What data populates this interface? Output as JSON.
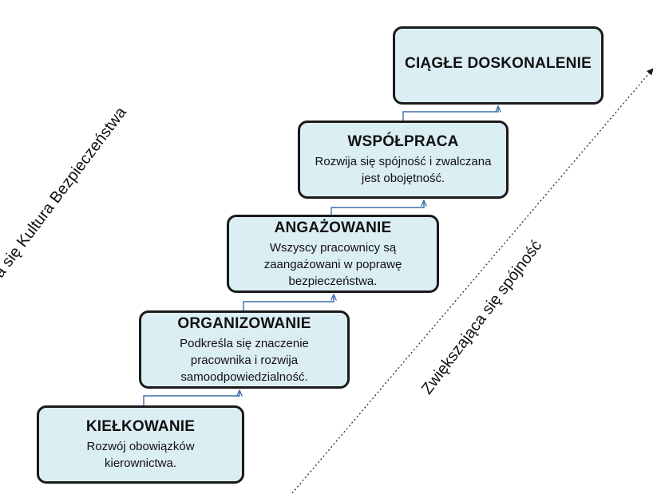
{
  "steps": [
    {
      "title": "KIEŁKOWANIE",
      "description": "Rozwój obowiązków kierownictwa."
    },
    {
      "title": "ORGANIZOWANIE",
      "description": "Podkreśla się znaczenie pracownika i rozwija samoodpowiedzialność."
    },
    {
      "title": "ANGAŻOWANIE",
      "description": "Wszyscy pracownicy są zaangażowani w poprawę bezpieczeństwa."
    },
    {
      "title": "WSPÓŁPRACA",
      "description": "Rozwija się spójność i zwalczana jest obojętność."
    },
    {
      "title": "CIĄGŁE DOSKONALENIE",
      "description": ""
    }
  ],
  "left_axis_label": "Poprawiająca się Kultura Bezpieczeństwa",
  "right_axis_label": "Zwiększająca się spójność",
  "colors": {
    "box_fill": "#dbeef4",
    "box_border": "#1a1a1a",
    "connector": "#3c6ea8"
  }
}
